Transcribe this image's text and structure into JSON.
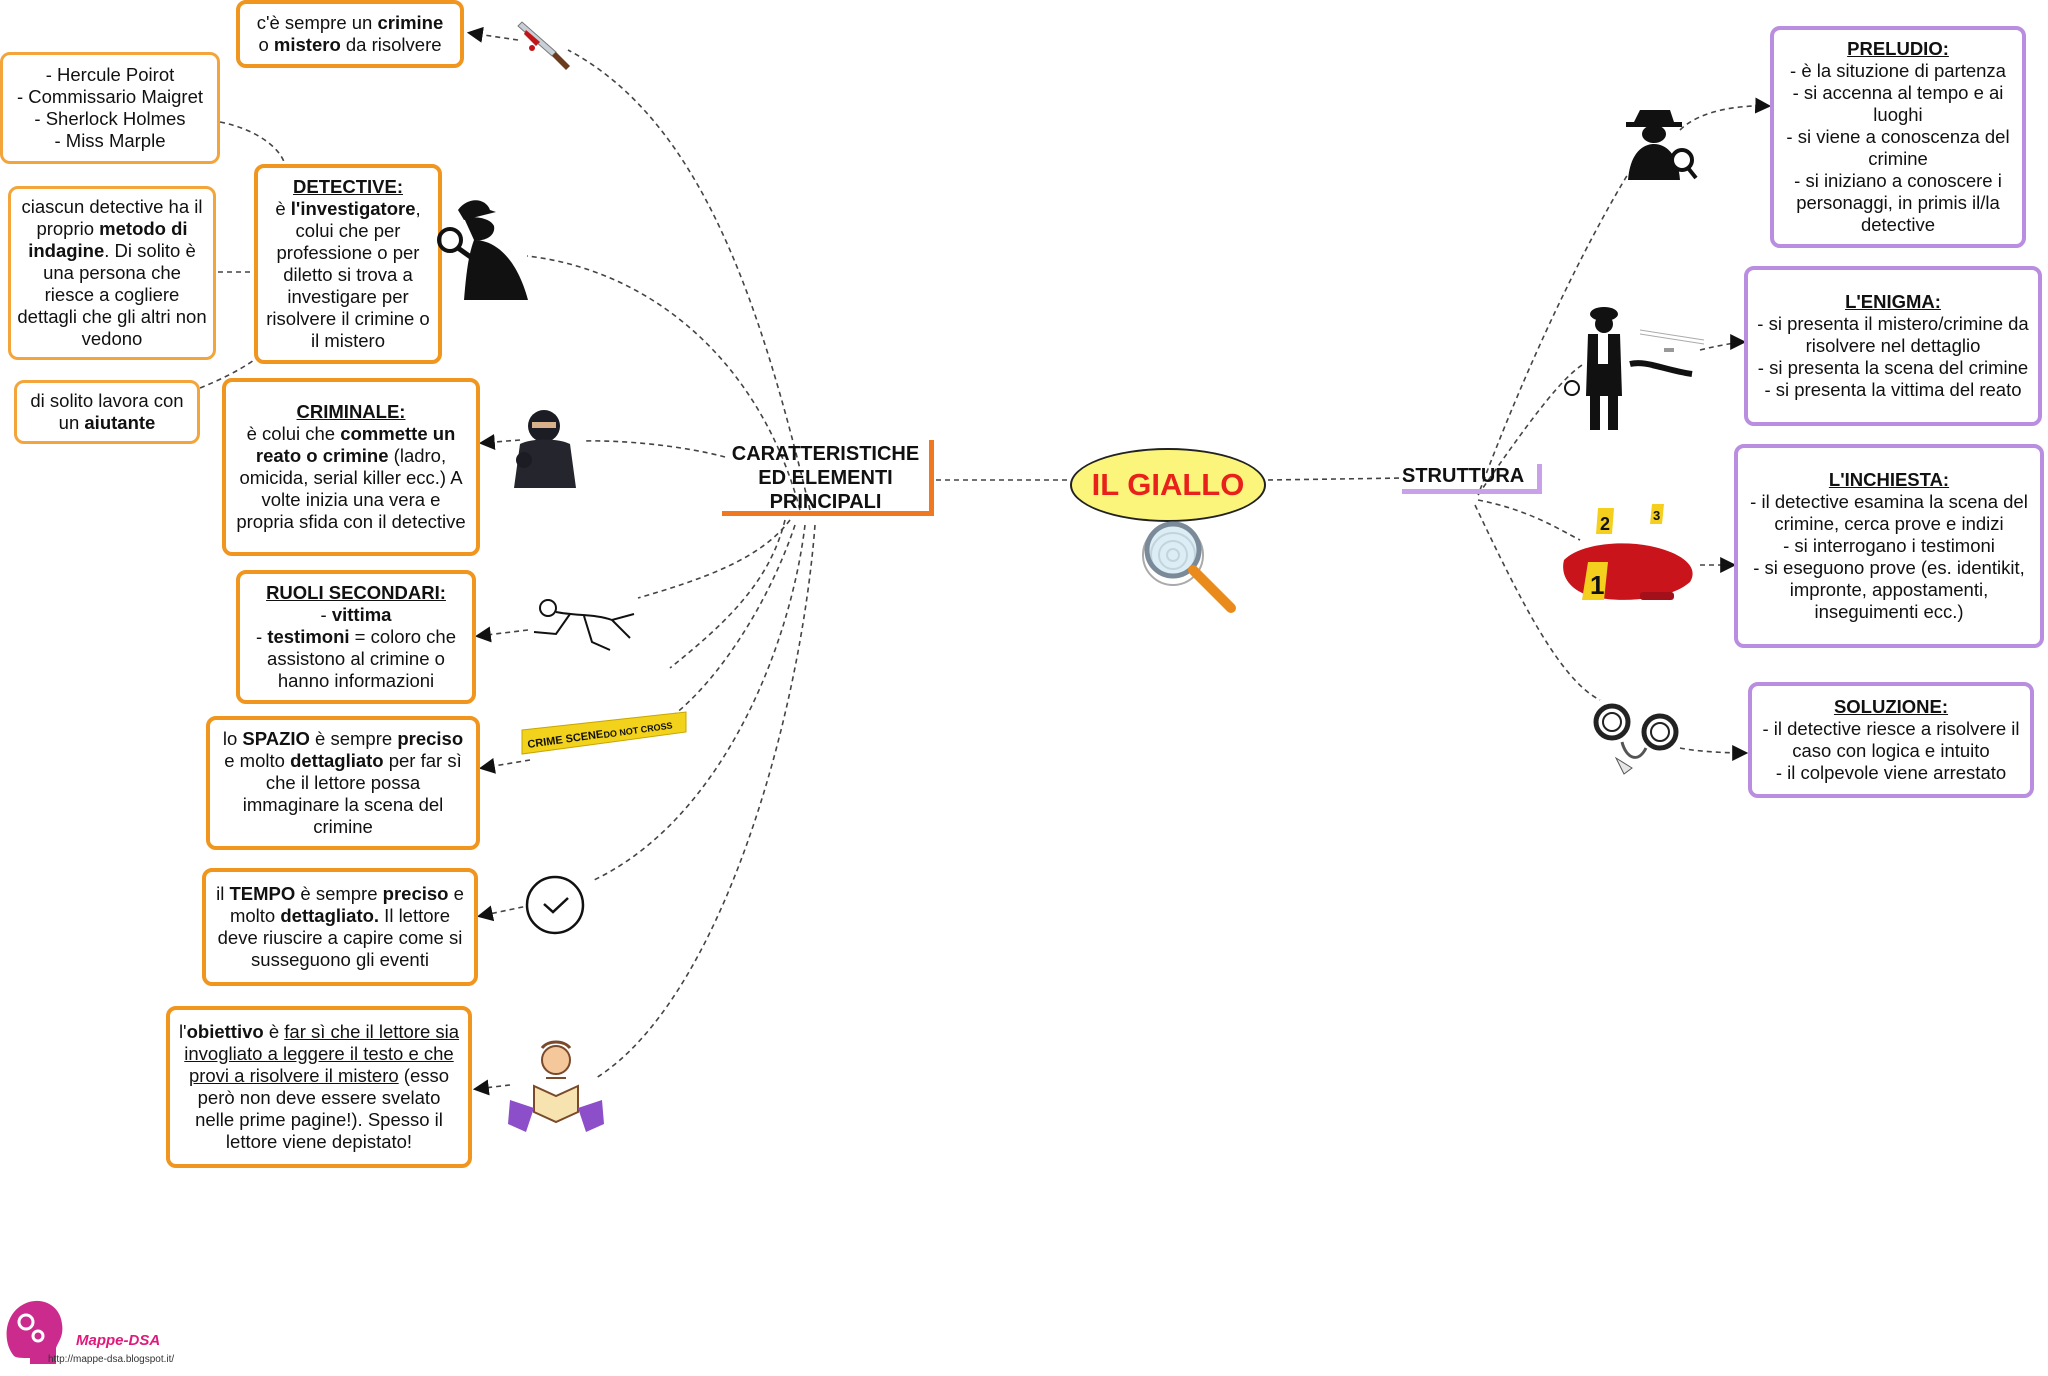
{
  "center": {
    "title": "IL GIALLO"
  },
  "left_hub": {
    "label": "CARATTERISTICHE ED ELEMENTI PRINCIPALI"
  },
  "right_hub": {
    "label": "STRUTTURA"
  },
  "left_boxes": {
    "crime": {
      "t1": "c'è sempre un ",
      "t2": "crimine",
      "t3": "o ",
      "t4": "mistero",
      "t5": " da risolvere"
    },
    "detectives_list": {
      "lines": [
        "- Hercule Poirot",
        "- Commissario Maigret",
        "- Sherlock Holmes",
        "- Miss Marple"
      ]
    },
    "detective": {
      "title": "DETECTIVE:",
      "t1": "è ",
      "t2": "l'investigatore",
      "t3": ", colui che per professione o per diletto si trova a investigare per risolvere il crimine o il mistero"
    },
    "method": {
      "t1": "ciascun detective ha il proprio ",
      "t2": "metodo di indagine",
      "t3": ". Di solito è una persona che riesce a cogliere dettagli che gli altri non vedono"
    },
    "assistant": {
      "t1": "di solito lavora con un ",
      "t2": "aiutante"
    },
    "criminal": {
      "title": "CRIMINALE:",
      "t1": "è colui che ",
      "t2": "commette un reato o crimine",
      "t3": " (ladro, omicida, serial killer ecc.) A volte inizia una vera e propria sfida con il detective"
    },
    "secondary": {
      "title": "RUOLI SECONDARI:",
      "t1": "- ",
      "t2": "vittima",
      "t3": "- ",
      "t4": "testimoni",
      "t5": " = coloro che assistono al crimine o hanno informazioni"
    },
    "space": {
      "t1": "lo ",
      "t2": "SPAZIO",
      "t3": " è sempre ",
      "t4": "preciso",
      "t5": " e molto ",
      "t6": "dettagliato",
      "t7": " per far sì che il lettore possa immaginare la scena del crimine"
    },
    "time": {
      "t1": "il ",
      "t2": "TEMPO",
      "t3": " è sempre ",
      "t4": "preciso",
      "t5": " e molto ",
      "t6": "dettagliato.",
      "t7": " Il lettore deve riuscire a capire come si susseguono gli eventi"
    },
    "goal": {
      "t1": "l'",
      "t2": "obiettivo",
      "t3": " è ",
      "t4": "far sì che il lettore sia invogliato a leggere il testo e che provi a risolvere il mistero",
      "t5": " (esso però non deve essere svelato nelle prime pagine!). Spesso il lettore viene depistato!"
    }
  },
  "right_boxes": {
    "prelude": {
      "title": "PRELUDIO:",
      "lines": [
        "- è la situzione di partenza",
        "- si accenna al tempo e ai luoghi",
        "- si viene a conoscenza del crimine",
        "- si iniziano a conoscere i personaggi, in primis il/la detective"
      ]
    },
    "enigma": {
      "title": "L'ENIGMA:",
      "lines": [
        "- si presenta il mistero/crimine da risolvere nel dettaglio",
        "- si presenta la scena del crimine",
        "- si presenta la vittima del reato"
      ]
    },
    "inquiry": {
      "title": "L'INCHIESTA:",
      "lines": [
        "- il detective esamina la scena del crimine, cerca prove e indizi",
        "- si interrogano i testimoni",
        "- si eseguono prove (es. identikit, impronte, appostamenti, inseguimenti ecc.)"
      ]
    },
    "solution": {
      "title": "SOLUZIONE:",
      "lines": [
        "- il detective riesce a risolvere il caso con logica e intuito",
        "- il colpevole viene arrestato"
      ]
    }
  },
  "images": {
    "crime_scene_tape": [
      "CRIME SCENE",
      "DO NOT CROSS"
    ],
    "evidence_markers": [
      "1",
      "2",
      "3"
    ]
  },
  "footer": {
    "brand": "Mappe-DSA",
    "url": "http://mappe-dsa.blogspot.it/"
  },
  "colors": {
    "orange": "#f0961e",
    "purple": "#b98ee0",
    "center_fill": "#fcf57c",
    "center_text": "#e8211b"
  }
}
